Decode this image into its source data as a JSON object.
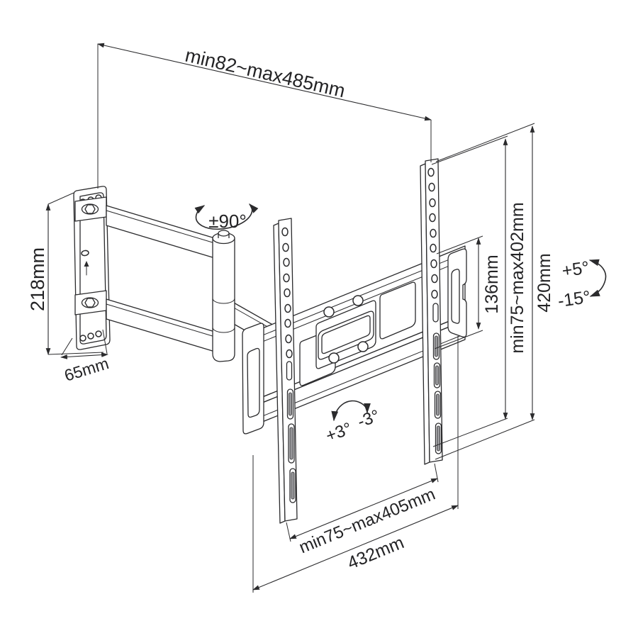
{
  "diagram": "tv-wall-mount-dimension-drawing",
  "colors": {
    "line": "#2a2a2c",
    "background": "#ffffff",
    "text": "#232325"
  },
  "labels": {
    "extension_range": "min82~max485mm",
    "wall_plate_height": "218mm",
    "wall_plate_width": "65mm",
    "swivel_range": "±90°",
    "bracket_hook_height": "136mm",
    "rail_hole_span": "min75~max402mm",
    "rail_height": "420mm",
    "tilt_up": "+5°",
    "tilt_down": "-15°",
    "level_adjust_plus": "+3°",
    "level_adjust_minus": "-3°",
    "bottom_hole_span": "min75~max405mm",
    "bracket_width": "432mm"
  }
}
